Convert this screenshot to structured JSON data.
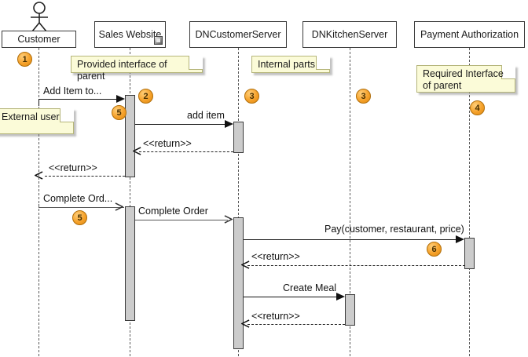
{
  "diagram": {
    "type": "uml-sequence-diagram",
    "title": "Sequence diagram with provided/required interfaces",
    "lifelines": [
      {
        "id": "customer",
        "label": "Customer",
        "is_actor": true,
        "badge": "1"
      },
      {
        "id": "sales",
        "label": "Sales Website",
        "is_actor": false,
        "badge": "2",
        "icon": "component-icon"
      },
      {
        "id": "dncust",
        "label": "DNCustomerServer",
        "is_actor": false,
        "badge": "3"
      },
      {
        "id": "dnkitchen",
        "label": "DNKitchenServer",
        "is_actor": false,
        "badge": "3"
      },
      {
        "id": "payment",
        "label": "Payment Authorization",
        "is_actor": false,
        "badge": "4"
      }
    ],
    "notes": [
      {
        "id": "note-provided",
        "text": "Provided interface of parent"
      },
      {
        "id": "note-internal",
        "text": "Internal parts"
      },
      {
        "id": "note-required",
        "text": "Required Interface of parent"
      },
      {
        "id": "note-external",
        "text": "External user"
      }
    ],
    "badges": [
      {
        "n": "1",
        "near": "customer-lifeline"
      },
      {
        "n": "2",
        "near": "sales-activation"
      },
      {
        "n": "3",
        "near": "dncustomerserver-lifeline"
      },
      {
        "n": "3",
        "near": "dnkitchenserver-lifeline"
      },
      {
        "n": "4",
        "near": "payment-lifeline"
      },
      {
        "n": "5",
        "near": "add-item-to-message"
      },
      {
        "n": "5",
        "near": "complete-order-message"
      },
      {
        "n": "6",
        "near": "pay-message"
      }
    ],
    "messages": [
      {
        "id": "m1",
        "label": "Add Item to...",
        "from": "customer",
        "to": "sales",
        "kind": "call",
        "arrow": "filled"
      },
      {
        "id": "m2",
        "label": "add item",
        "from": "sales",
        "to": "dncust",
        "kind": "call",
        "arrow": "filled"
      },
      {
        "id": "m3",
        "label": "<<return>>",
        "from": "dncust",
        "to": "sales",
        "kind": "return",
        "arrow": "open"
      },
      {
        "id": "m4",
        "label": "<<return>>",
        "from": "sales",
        "to": "customer",
        "kind": "return",
        "arrow": "open"
      },
      {
        "id": "m5",
        "label": "Complete Ord...",
        "from": "customer",
        "to": "sales",
        "kind": "call",
        "arrow": "open"
      },
      {
        "id": "m6",
        "label": "Complete Order",
        "from": "sales",
        "to": "dncust",
        "kind": "call",
        "arrow": "open"
      },
      {
        "id": "m7",
        "label": "Pay(customer, restaurant, price)",
        "from": "dncust",
        "to": "payment",
        "kind": "call",
        "arrow": "filled"
      },
      {
        "id": "m8",
        "label": "<<return>>",
        "from": "payment",
        "to": "dncust",
        "kind": "return",
        "arrow": "open"
      },
      {
        "id": "m9",
        "label": "Create Meal",
        "from": "dncust",
        "to": "dnkitchen",
        "kind": "call",
        "arrow": "filled"
      },
      {
        "id": "m10",
        "label": "<<return>>",
        "from": "dnkitchen",
        "to": "dncust",
        "kind": "return",
        "arrow": "open"
      }
    ],
    "colors": {
      "note_fill": "#fbfbd8",
      "note_border": "#b5b57a",
      "badge_fill": "#f5a12a",
      "activation_fill": "#cccccc",
      "line": "#111111",
      "background": "#ffffff"
    }
  }
}
